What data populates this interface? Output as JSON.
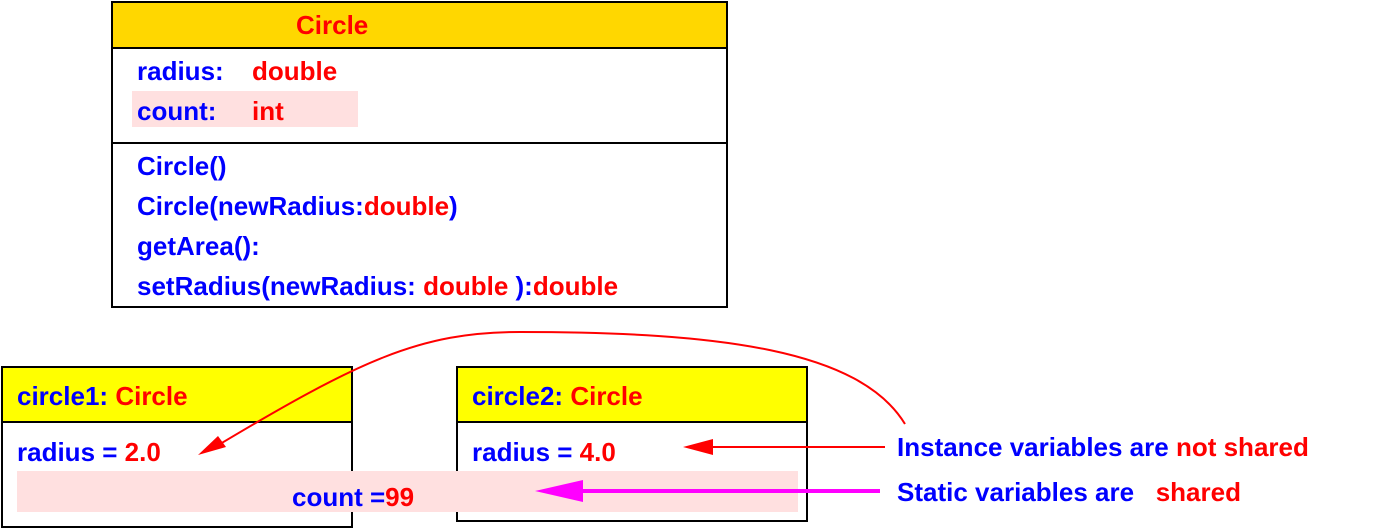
{
  "class_box": {
    "name": "Circle",
    "attributes": [
      {
        "name": "radius:",
        "type": "double"
      },
      {
        "name": "count:",
        "type": "int"
      }
    ],
    "methods": [
      {
        "text": "Circle()"
      },
      {
        "text": "Circle(newRadius:",
        "type": "double",
        "close": ")"
      },
      {
        "text": "getArea():"
      },
      {
        "text": "setRadius(newRadius:",
        "type": "double",
        "close": "):",
        "ret": "double"
      }
    ]
  },
  "objects": [
    {
      "name": "circle1:",
      "type": "Circle",
      "radius_label": "radius =",
      "radius_value": "2.0"
    },
    {
      "name": "circle2:",
      "type": "Circle",
      "radius_label": "radius =",
      "radius_value": "4.0"
    }
  ],
  "shared": {
    "label": "count =",
    "value": "99"
  },
  "notes": {
    "instance_text": "Instance variables are",
    "instance_emph": "not shared",
    "static_text": "Static variables are",
    "static_emph": "shared"
  },
  "colors": {
    "class_header": "#ffd700",
    "object_header": "#ffff00",
    "highlight": "#ffe0e0",
    "arrow_red": "#ff0000",
    "arrow_magenta": "#ff00ff"
  }
}
